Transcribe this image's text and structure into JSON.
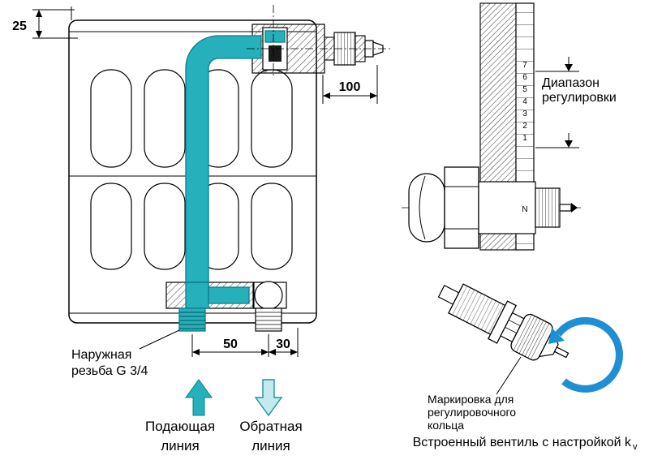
{
  "colors": {
    "pipe_teal": "#25b0bc",
    "pipe_teal_dark": "#0a7f8a",
    "return_arrow_fill": "#c5e9ee",
    "rotation_arrow_blue": "#1e8fd2",
    "line_black": "#000000"
  },
  "radiator": {
    "dim_top": "25",
    "dim_valve": "100",
    "dim_supply": "50",
    "dim_return": "30",
    "thread_label": [
      "Наружная",
      "резьба G 3/4"
    ],
    "supply_label": [
      "Подающая",
      "линия"
    ],
    "return_label": [
      "Обратная",
      "линия"
    ]
  },
  "valve_scale": {
    "numbers": [
      "7",
      "6",
      "5",
      "4",
      "3",
      "2",
      "1"
    ],
    "n_mark": "N",
    "range_label": [
      "Диапазон",
      "регулировки"
    ]
  },
  "insert": {
    "marking_label": [
      "Маркировка для",
      "регулировочного",
      "кольца"
    ],
    "caption": "Встроенный вентиль с настройкой k",
    "caption_sub": "v"
  }
}
